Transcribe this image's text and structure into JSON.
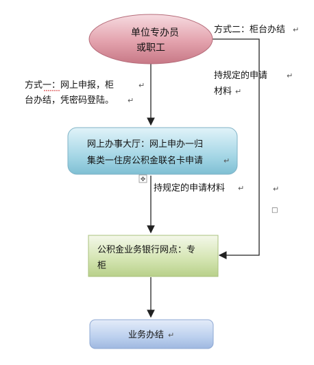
{
  "ellipse": {
    "line1": "单位专办员",
    "line2": "或职工"
  },
  "method2": {
    "label": "方式二：柜台办结"
  },
  "method1": {
    "line1": "方式一：网上申报，柜",
    "line2": "台办结，凭密码登陆。"
  },
  "right_note": {
    "line1": "持规定的申请",
    "line2": "材料"
  },
  "online_hall": {
    "line1": "网上办事大厅：网上申办一归",
    "line2": "集类一住房公积金联名卡申请"
  },
  "mid_note": {
    "label": "持规定的申请材料"
  },
  "bank_box": {
    "line1": "公积金业务银行网点：专",
    "line2": "柜"
  },
  "final_box": {
    "label": "业务办结"
  },
  "marks": {
    "paragraph": "↵",
    "square": "□",
    "move_handle": "✥"
  },
  "colors": {
    "ellipse_fill": "#e3a2ad",
    "online_fill": "#a6d7e6",
    "bank_fill": "#d3e4b0",
    "final_fill": "#bcd0ee",
    "line": "#222222"
  }
}
